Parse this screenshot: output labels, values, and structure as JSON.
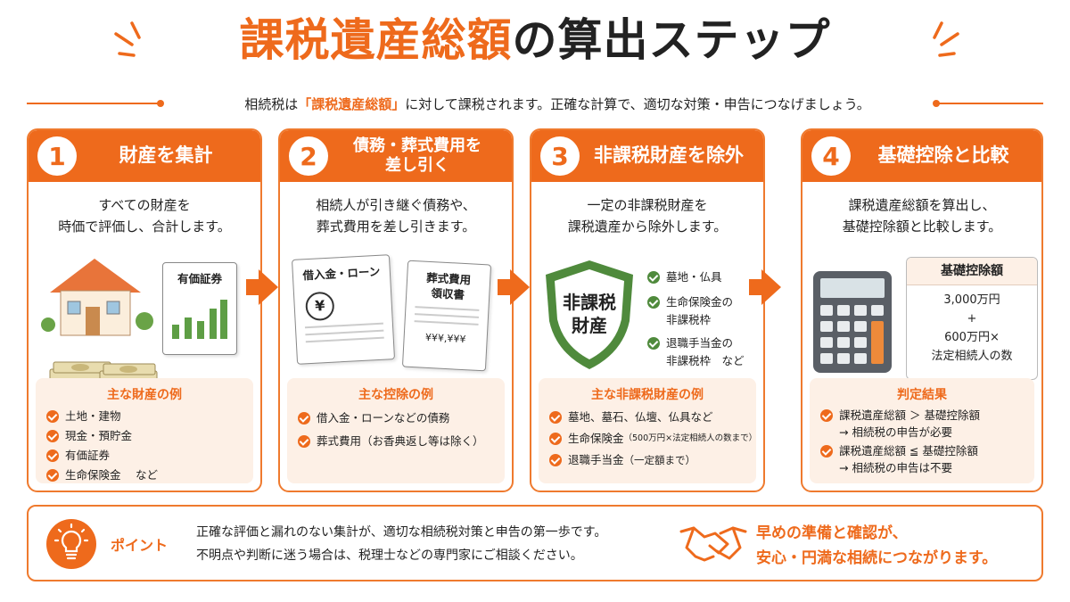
{
  "header": {
    "title_accent": "課税遺産総額",
    "title_rest": "の算出ステップ",
    "subtitle_pre": "相続税は",
    "subtitle_highlight": "「課税遺産総額」",
    "subtitle_post": "に対して課税されます。正確な計算で、適切な対策・申告につなげましょう。"
  },
  "colors": {
    "accent": "#ee6a1c",
    "light": "#fdf0e6",
    "shield": "#4f8a3c"
  },
  "steps": [
    {
      "num": "1",
      "title": "財産を集計",
      "desc": [
        "すべての財産を",
        "時価で評価し、合計します。"
      ],
      "illus": {
        "doc_label": "有価証券"
      },
      "examples_title": "主な財産の例",
      "examples": [
        "土地・建物",
        "現金・預貯金",
        "有価証券",
        "生命保険金　 など"
      ]
    },
    {
      "num": "2",
      "title": [
        "債務・葬式費用を",
        "差し引く"
      ],
      "desc": [
        "相続人が引き継ぐ債務や、",
        "葬式費用を差し引きます。"
      ],
      "illus": {
        "doc1_label": "借入金・ローン",
        "yen_symbol": "¥",
        "doc2_label_1": "葬式費用",
        "doc2_label_2": "領収書",
        "doc2_amount": "¥¥¥,¥¥¥"
      },
      "examples_title": "主な控除の例",
      "examples": [
        "借入金・ローンなどの債務",
        "葬式費用（お香典返し等は除く）"
      ]
    },
    {
      "num": "3",
      "title": "非課税財産を除外",
      "desc": [
        "一定の非課税財産を",
        "課税遺産から除外します。"
      ],
      "illus": {
        "shield_1": "非課税",
        "shield_2": "財産",
        "checks": [
          {
            "l1": "墓地・仏具",
            "l2": ""
          },
          {
            "l1": "生命保険金の",
            "l2": "非課税枠"
          },
          {
            "l1": "退職手当金の",
            "l2": "非課税枠　など"
          }
        ]
      },
      "examples_title": "主な非課税財産の例",
      "examples": [
        {
          "main": "墓地、墓石、仏壇、仏具など",
          "sub": ""
        },
        {
          "main": "生命保険金",
          "sub": "（500万円×法定相続人の数まで）"
        },
        {
          "main": "退職手当金",
          "sub": "（一定額まで）"
        }
      ]
    },
    {
      "num": "4",
      "title": "基礎控除と比較",
      "desc": [
        "課税遺産総額を算出し、",
        "基礎控除額と比較します。"
      ],
      "illus": {
        "panel_title": "基礎控除額",
        "line1": "3,000万円",
        "plus": "+",
        "line2": "600万円×",
        "line3": "法定相続人の数"
      },
      "examples_title": "判定結果",
      "results": [
        {
          "cond": "課税遺産総額 ＞ 基礎控除額",
          "result": "→ 相続税の申告が必要"
        },
        {
          "cond": "課税遺産総額 ≦ 基礎控除額",
          "result": "→ 相続税の申告は不要"
        }
      ]
    }
  ],
  "bottom": {
    "point_label": "ポイント",
    "text": [
      "正確な評価と漏れのない集計が、適切な相続税対策と申告の第一歩です。",
      "不明点や判断に迷う場合は、税理士などの専門家にご相談ください。"
    ],
    "closing": [
      "早めの準備と確認が、",
      "安心・円満な相続につながります。"
    ]
  }
}
